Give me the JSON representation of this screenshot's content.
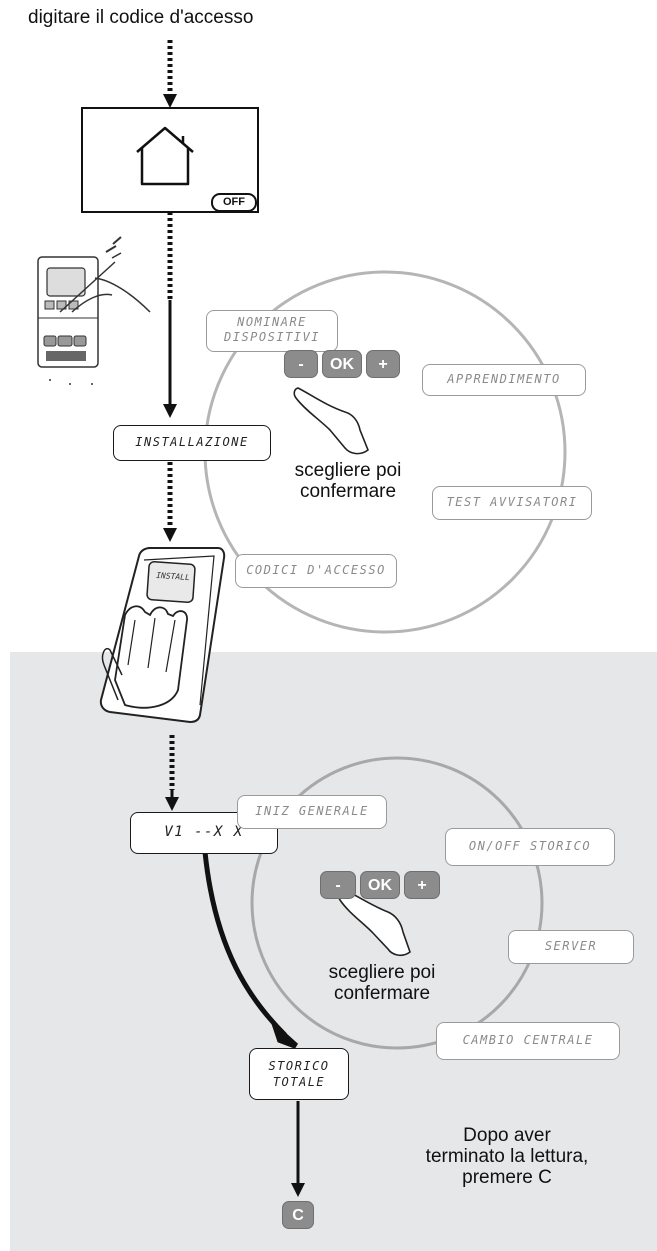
{
  "top_instruction": "digitare il codice d'accesso",
  "top_screen": {
    "off_badge": "OFF"
  },
  "installazione_box": "INSTALLAZIONE",
  "menu1": {
    "items": [
      "NOMINARE DISPOSITIVI",
      "APPRENDIMENTO",
      "TEST AVVISATORI",
      "CODICI D'ACCESSO"
    ],
    "keys": [
      "-",
      "OK",
      "+"
    ],
    "caption_line1": "scegliere poi",
    "caption_line2": "confermare"
  },
  "device_screen_text": "INSTALL",
  "v1_box": "V1 --X X",
  "menu2": {
    "items": [
      "INIZ GENERALE",
      "ON/OFF STORICO",
      "SERVER",
      "CAMBIO CENTRALE"
    ],
    "keys": [
      "-",
      "OK",
      "+"
    ],
    "caption_line1": "scegliere poi",
    "caption_line2": "confermare"
  },
  "storico_box": {
    "line1": "STORICO",
    "line2": "TOTALE"
  },
  "final_note": {
    "line1": "Dopo aver",
    "line2": "terminato la lettura,",
    "line3": "premere C"
  },
  "c_key": "C",
  "colors": {
    "panel_bg": "#e6e7e8",
    "key_gray": "#8c8c8c",
    "ring_gray": "#aaaaaa"
  }
}
